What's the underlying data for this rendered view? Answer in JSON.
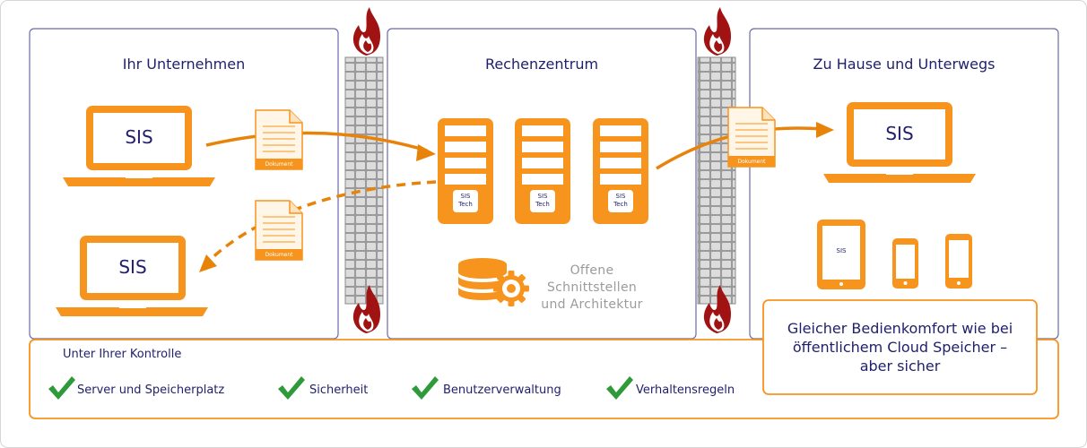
{
  "panels": {
    "left_title": "Ihr Unternehmen",
    "center_title": "Rechenzentrum",
    "right_title": "Zu Hause und Unterwegs"
  },
  "devices": {
    "laptop_label": "SIS",
    "tablet_label": "SIS"
  },
  "document_label": "Dokument",
  "server": {
    "label_line1": "SIS",
    "label_line2": "Tech"
  },
  "interfaces": {
    "line1": "Offene",
    "line2": "Schnittstellen",
    "line3": "und Architektur"
  },
  "cloud_note": {
    "line1": "Gleicher Bedienkomfort wie bei",
    "line2": "öffentlichem Cloud Speicher –",
    "line3": "aber sicher"
  },
  "control": {
    "title": "Unter Ihrer Kontrolle",
    "items": [
      "Server und Speicherplatz",
      "Sicherheit",
      "Benutzerverwaltung",
      "Verhaltensregeln"
    ]
  },
  "colors": {
    "accent": "#f7941d",
    "panel_border": "#6b6baa",
    "text": "#1f1f6b",
    "check": "#2e9a3a"
  }
}
